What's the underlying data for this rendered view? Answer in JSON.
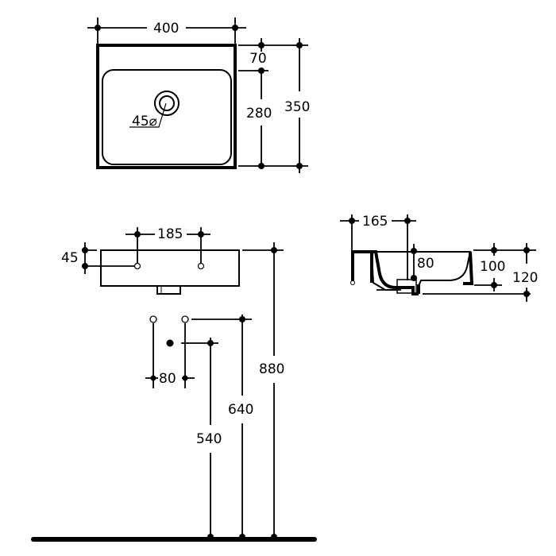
{
  "diagram": {
    "type": "technical-drawing",
    "subject": "wall-mounted washbasin dimensions",
    "units": "mm"
  },
  "top_view": {
    "width_label": "400",
    "depth_label": "350",
    "rim_label": "70",
    "basin_depth_label": "280",
    "drain_label": "45⌀"
  },
  "front_view": {
    "tap_spacing_label": "185",
    "tap_offset_label": "45",
    "supply_spacing_label": "80",
    "drain_height_label": "540",
    "supply_height_label": "640",
    "rim_height_label": "880"
  },
  "side_view": {
    "drain_position_label": "165",
    "bowl_depth_label": "80",
    "inner_height_label": "100",
    "overall_height_label": "120"
  },
  "colors": {
    "line": "#000000",
    "background": "#ffffff"
  }
}
